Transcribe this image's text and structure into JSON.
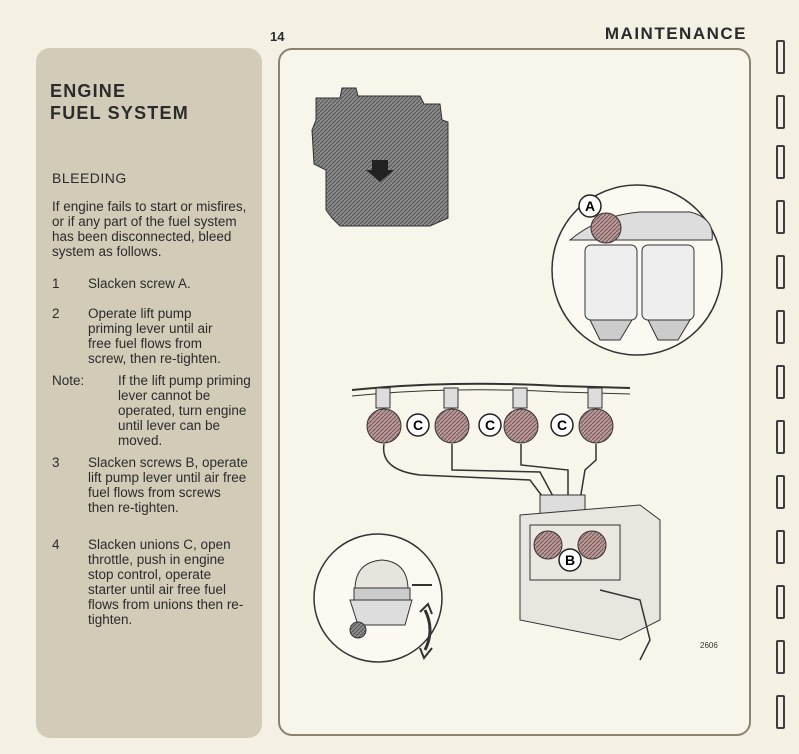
{
  "header": {
    "page_number": "14",
    "section": "MAINTENANCE"
  },
  "sidebar": {
    "title_line1": "ENGINE",
    "title_line2": "FUEL SYSTEM",
    "subheading": "BLEEDING",
    "intro": "If engine fails to start or misfires, or if any part of the fuel system has been disconnected, bleed system as follows.",
    "steps": [
      {
        "num": "1",
        "text": "Slacken screw A."
      },
      {
        "num": "2",
        "text": "Operate lift pump priming lever until air free fuel flows from screw, then re-tighten."
      },
      {
        "num": "3",
        "text": "Slacken screws B, operate lift pump lever until air free fuel flows from screws then re-tighten."
      },
      {
        "num": "4",
        "text": "Slacken unions C, open throttle, push in engine stop control, operate starter until air free fuel flows from unions then re-tighten."
      }
    ],
    "note_label": "Note:",
    "note_text": "If the lift pump priming lever cannot be operated, turn engine until lever can be moved."
  },
  "figure": {
    "callout_a": "A",
    "callout_b": "B",
    "callout_c": "C",
    "figure_number": "2606"
  },
  "colors": {
    "background": "#f4f0e4",
    "sidebar": "#d2cbb8",
    "panel_border": "#8a8372"
  }
}
